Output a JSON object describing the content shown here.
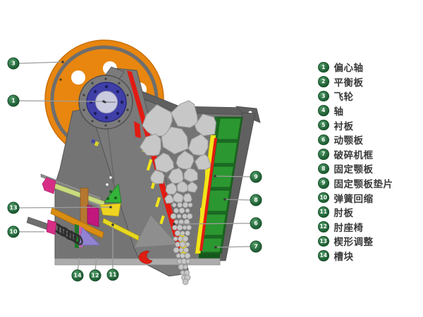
{
  "legend": {
    "items": [
      {
        "num": "1",
        "label": "偏心轴"
      },
      {
        "num": "2",
        "label": "平衡板"
      },
      {
        "num": "3",
        "label": "飞轮"
      },
      {
        "num": "4",
        "label": "轴"
      },
      {
        "num": "5",
        "label": "衬板"
      },
      {
        "num": "6",
        "label": "动颚板"
      },
      {
        "num": "7",
        "label": "破碎机框"
      },
      {
        "num": "8",
        "label": "固定颚板"
      },
      {
        "num": "9",
        "label": "固定颚板垫片"
      },
      {
        "num": "10",
        "label": "弹簧回缩"
      },
      {
        "num": "11",
        "label": "肘板"
      },
      {
        "num": "12",
        "label": "肘座椅"
      },
      {
        "num": "13",
        "label": "楔形调整"
      },
      {
        "num": "14",
        "label": "槽块"
      }
    ]
  },
  "diagram": {
    "callouts": [
      {
        "num": "3"
      },
      {
        "num": "1"
      },
      {
        "num": "13"
      },
      {
        "num": "10"
      },
      {
        "num": "14"
      },
      {
        "num": "12"
      },
      {
        "num": "11"
      },
      {
        "num": "9"
      },
      {
        "num": "8"
      },
      {
        "num": "6"
      },
      {
        "num": "7"
      }
    ]
  },
  "colors": {
    "flywheel_orange": "#E8860F",
    "flywheel_ring_gray": "#6E6E6E",
    "hub_blue": "#3F3FA8",
    "hub_center": "#CACBDF",
    "body_gray": "#747474",
    "frame_gray": "#5F5F5F",
    "fixed_jaw_green": "#2B9730",
    "gasket_dark_green": "#1A6B21",
    "liner_yellow": "#F3E51B",
    "movable_jaw_red": "#E21B12",
    "toggle_orange": "#D98D12",
    "wedge_yellow": "#EFD421",
    "seat_magenta": "#C2187D",
    "block_purple": "#9183D2",
    "spring_dark": "#2E2E2E",
    "rock_gray": "#C7C7C7",
    "callout_green": "#2B6E3C",
    "leader_gray": "#9C9C9C",
    "legend_text": "#3A3A3A",
    "background": "#FFFFFF"
  }
}
